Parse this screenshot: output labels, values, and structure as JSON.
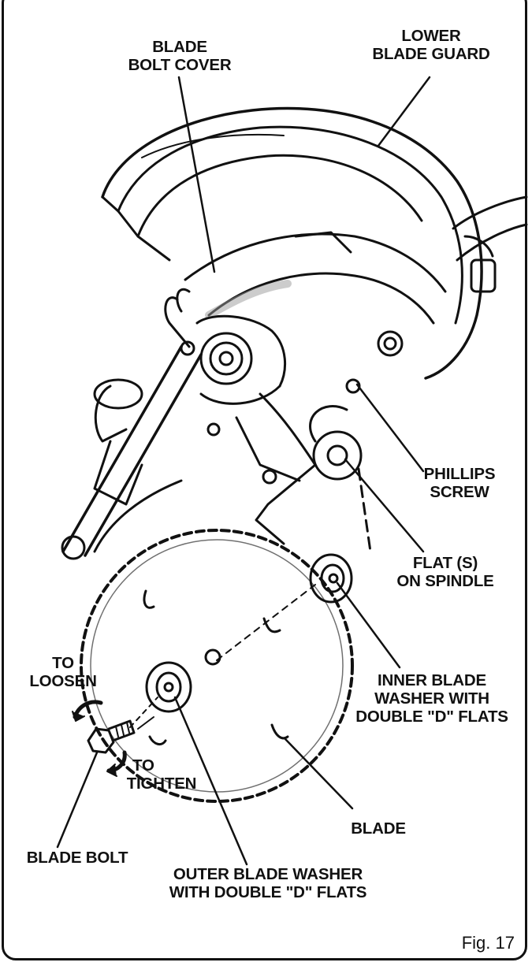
{
  "labels": {
    "blade_bolt_cover": [
      "BLADE",
      "BOLT COVER"
    ],
    "lower_blade_guard": [
      "LOWER",
      "BLADE GUARD"
    ],
    "phillips_screw": [
      "PHILLIPS",
      "SCREW"
    ],
    "flat_on_spindle": [
      "FLAT (S)",
      "ON SPINDLE"
    ],
    "inner_blade_washer": [
      "INNER BLADE",
      "WASHER WITH",
      "DOUBLE \"D\" FLATS"
    ],
    "to_loosen": [
      "TO",
      "LOOSEN"
    ],
    "to_tighten": [
      "TO",
      "TIGHTEN"
    ],
    "blade": "BLADE",
    "blade_bolt": "BLADE BOLT",
    "outer_blade_washer": [
      "OUTER BLADE WASHER",
      "WITH DOUBLE \"D\" FLATS"
    ]
  },
  "figure": "Fig. 17",
  "colors": {
    "ink": "#111111",
    "paper": "#ffffff",
    "shade": "#cfcfcf"
  }
}
